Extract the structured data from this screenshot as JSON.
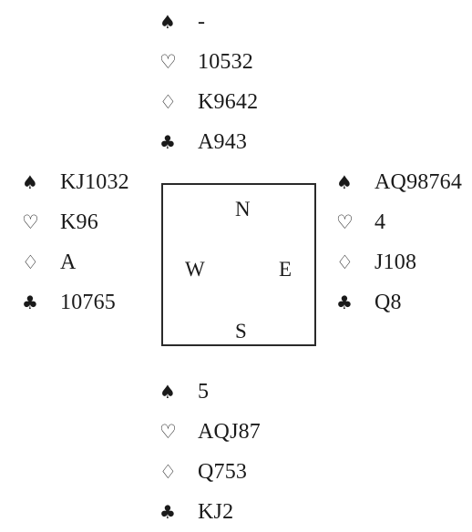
{
  "suits": {
    "spades": "♠",
    "hearts": "♡",
    "diamonds": "♢",
    "clubs": "♣"
  },
  "icons": {
    "spades": "spade-icon",
    "hearts": "heart-outline-icon",
    "diamonds": "diamond-outline-icon",
    "clubs": "club-icon"
  },
  "hands": {
    "north": {
      "spades": "-",
      "hearts": "10532",
      "diamonds": "K9642",
      "clubs": "A943"
    },
    "west": {
      "spades": "KJ1032",
      "hearts": "K96",
      "diamonds": "A",
      "clubs": "10765"
    },
    "east": {
      "spades": "AQ98764",
      "hearts": "4",
      "diamonds": "J108",
      "clubs": "Q8"
    },
    "south": {
      "spades": "5",
      "hearts": "AQJ87",
      "diamonds": "Q753",
      "clubs": "KJ2"
    }
  },
  "compass": {
    "north": "N",
    "west": "W",
    "east": "E",
    "south": "S"
  },
  "colors": {
    "text": "#1a1a1a",
    "background": "#ffffff",
    "border": "#2a2a2a"
  }
}
